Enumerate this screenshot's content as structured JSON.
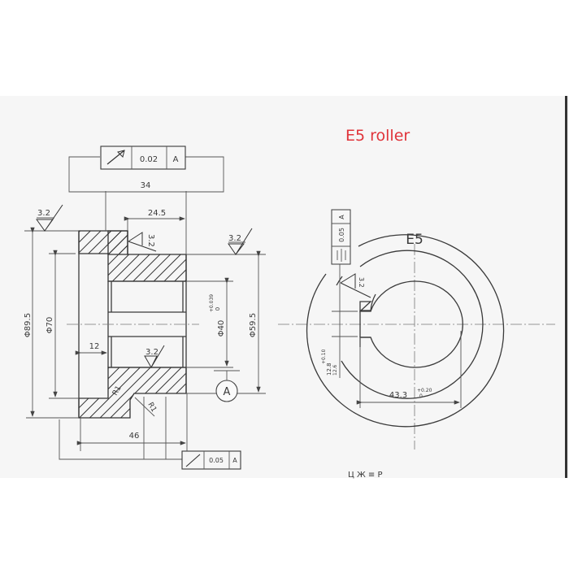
{
  "title": "E5 roller",
  "accent_color": "#e0343a",
  "section_view": {
    "top_frame": {
      "symbol": "circular-runout-icon",
      "tolerance": "0.02",
      "datum": "A"
    },
    "bottom_frame": {
      "symbol": "circular-runout-icon",
      "tolerance": "0.05",
      "datum": "A"
    },
    "dimensions": {
      "overall_width": "34",
      "hub_length": "24.5",
      "total_length": "46",
      "flange_step": "12",
      "dia_outer": "Φ89.5",
      "dia_flange_inner": "Φ70",
      "dia_bore": "Φ40",
      "dia_bore_tol_upper": "+0.039",
      "dia_bore_tol_lower": "0",
      "dia_hub": "Φ59.5",
      "fillet_left": "R1",
      "fillet_right": "R1"
    },
    "surface_finish": [
      "3.2",
      "3.2",
      "3.2",
      "3.2"
    ],
    "datum_label": "A"
  },
  "end_view": {
    "marking": "E5",
    "symmetry_frame": {
      "symbol": "symmetry-icon",
      "tolerance": "0.05",
      "datum": "A"
    },
    "surface_finish": "3.2",
    "keyway_dim": "12.8",
    "keyway_tol_upper": "+0.10",
    "keyway_tol_lower": "12.6",
    "keyway_depth": "43.3",
    "keyway_depth_tol_upper": "+0.20",
    "keyway_depth_tol_lower": "0"
  },
  "footer_fragment": "Ц Ж ≡ Р"
}
